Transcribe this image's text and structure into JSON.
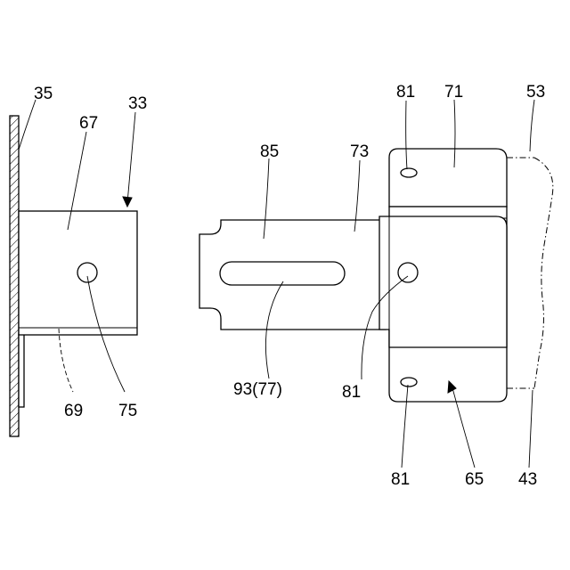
{
  "labels": {
    "ref_35": "35",
    "ref_33": "33",
    "ref_67": "67",
    "ref_69": "69",
    "ref_75": "75",
    "ref_85": "85",
    "ref_73": "73",
    "ref_93_77": "93(77)",
    "ref_81_top": "81",
    "ref_71": "71",
    "ref_53": "53",
    "ref_81_mid": "81",
    "ref_81_bottom": "81",
    "ref_65": "65",
    "ref_43": "43"
  }
}
